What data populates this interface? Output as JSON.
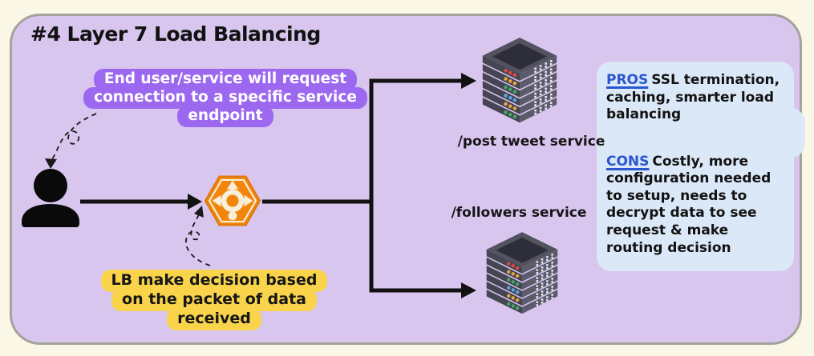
{
  "title": "#4 Layer 7 Load Balancing",
  "annotations": {
    "request_note": {
      "lines": [
        "End user/service will request",
        "connection to a specific service",
        "endpoint"
      ],
      "bg": "#9c68f0",
      "text_color": "#ffffff"
    },
    "lb_note": {
      "lines": [
        "LB make decision based",
        "on the packet of data",
        "received"
      ],
      "bg": "#f9d44a",
      "text_color": "#161616"
    }
  },
  "services": [
    {
      "label": "/post tweet service"
    },
    {
      "label": "/followers service"
    }
  ],
  "pros_cons": {
    "pros_label": "PROS",
    "pros_text": "SSL termination, caching, smarter load balancing",
    "cons_label": "CONS",
    "cons_text": "Costly, more configuration needed to setup, needs to decrypt data to see request & make routing decision"
  },
  "icons": {
    "user": "user-silhouette",
    "load_balancer": "hexagon-load-balancer",
    "server_top": "server-rack",
    "server_bottom": "server-rack"
  },
  "colors": {
    "page_bg": "#fbf7e6",
    "panel_bg": "#d8c6ef",
    "panel_border": "#a3a29c",
    "purple_note": "#9c68f0",
    "yellow_note": "#f9d44a",
    "pros_cons_bg": "#dbe8f7",
    "heading_blue": "#2a56d2",
    "lb_orange": "#f2860d",
    "arrow_black": "#121212",
    "server_body": "#4a4a5a",
    "led_red": "#e04b42",
    "led_yellow": "#eaa93c",
    "led_green": "#3faf62",
    "led_blue": "#58a8e8"
  }
}
